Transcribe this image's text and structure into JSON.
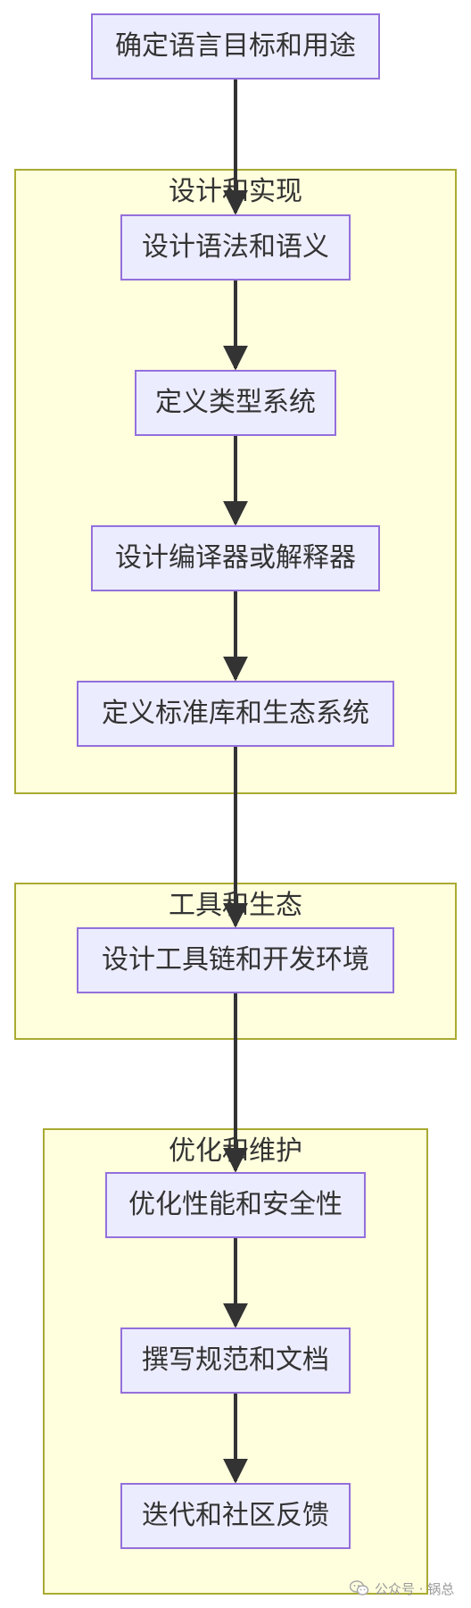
{
  "groups": {
    "design": {
      "title": "设计和实现"
    },
    "tools": {
      "title": "工具和生态"
    },
    "optimize": {
      "title": "优化和维护"
    }
  },
  "nodes": {
    "goal": "确定语言目标和用途",
    "syntax": "设计语法和语义",
    "types": "定义类型系统",
    "compiler": "设计编译器或解释器",
    "stdlib": "定义标准库和生态系统",
    "toolchain": "设计工具链和开发环境",
    "perf": "优化性能和安全性",
    "docs": "撰写规范和文档",
    "iterate": "迭代和社区反馈"
  },
  "colors": {
    "node_fill": "#ececff",
    "node_border": "#9370db",
    "group_fill": "#ffffde",
    "group_border": "#aaaa33",
    "edge": "#333333"
  },
  "watermark": {
    "text": "公众号 · 锅总",
    "icon": "wechat-icon"
  }
}
